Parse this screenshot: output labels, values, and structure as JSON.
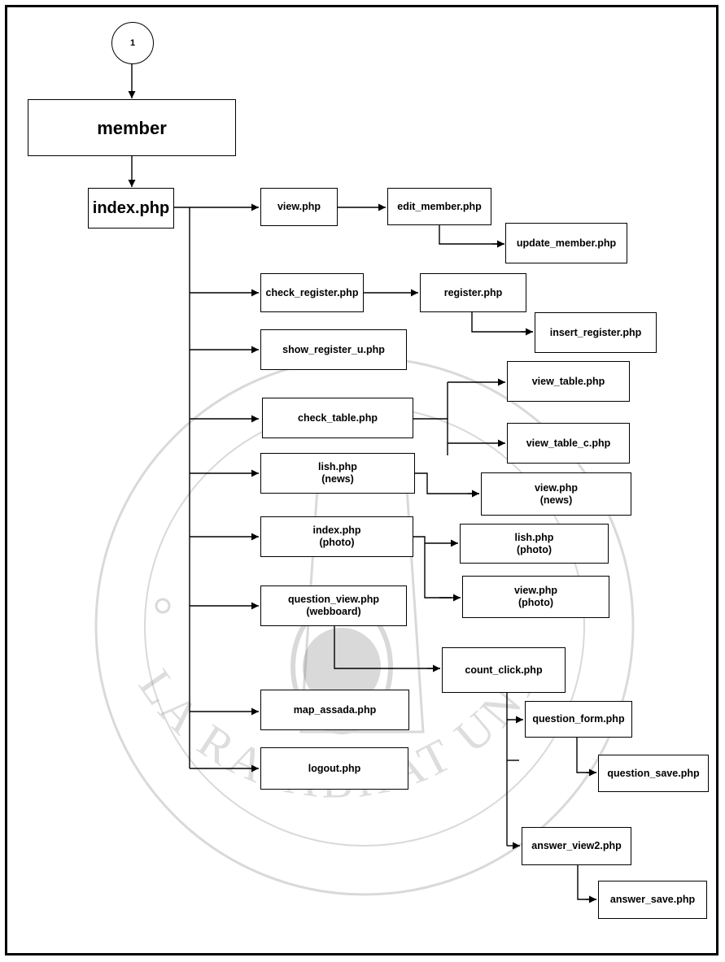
{
  "connector": "1",
  "watermark": {
    "text": "SONGKHLA RAJABHAT UNIVERSITY"
  },
  "nodes": {
    "member": "member",
    "index": "index.php",
    "view": "view.php",
    "edit_member": "edit_member.php",
    "update_member": "update_member.php",
    "check_register": "check_register.php",
    "register": "register.php",
    "insert_register": "insert_register.php",
    "show_register_u": "show_register_u.php",
    "check_table": "check_table.php",
    "view_table": "view_table.php",
    "view_table_c": "view_table_c.php",
    "lish_news": [
      "lish.php",
      "(news)"
    ],
    "view_news": [
      "view.php",
      "(news)"
    ],
    "index_photo": [
      "index.php",
      "(photo)"
    ],
    "lish_photo": [
      "lish.php",
      "(photo)"
    ],
    "view_photo": [
      "view.php",
      "(photo)"
    ],
    "question_view": [
      "question_view.php",
      "(webboard)"
    ],
    "count_click": "count_click.php",
    "map_assada": "map_assada.php",
    "logout": "logout.php",
    "question_form": "question_form.php",
    "question_save": "question_save.php",
    "answer_view2": "answer_view2.php",
    "answer_save": "answer_save.php"
  }
}
